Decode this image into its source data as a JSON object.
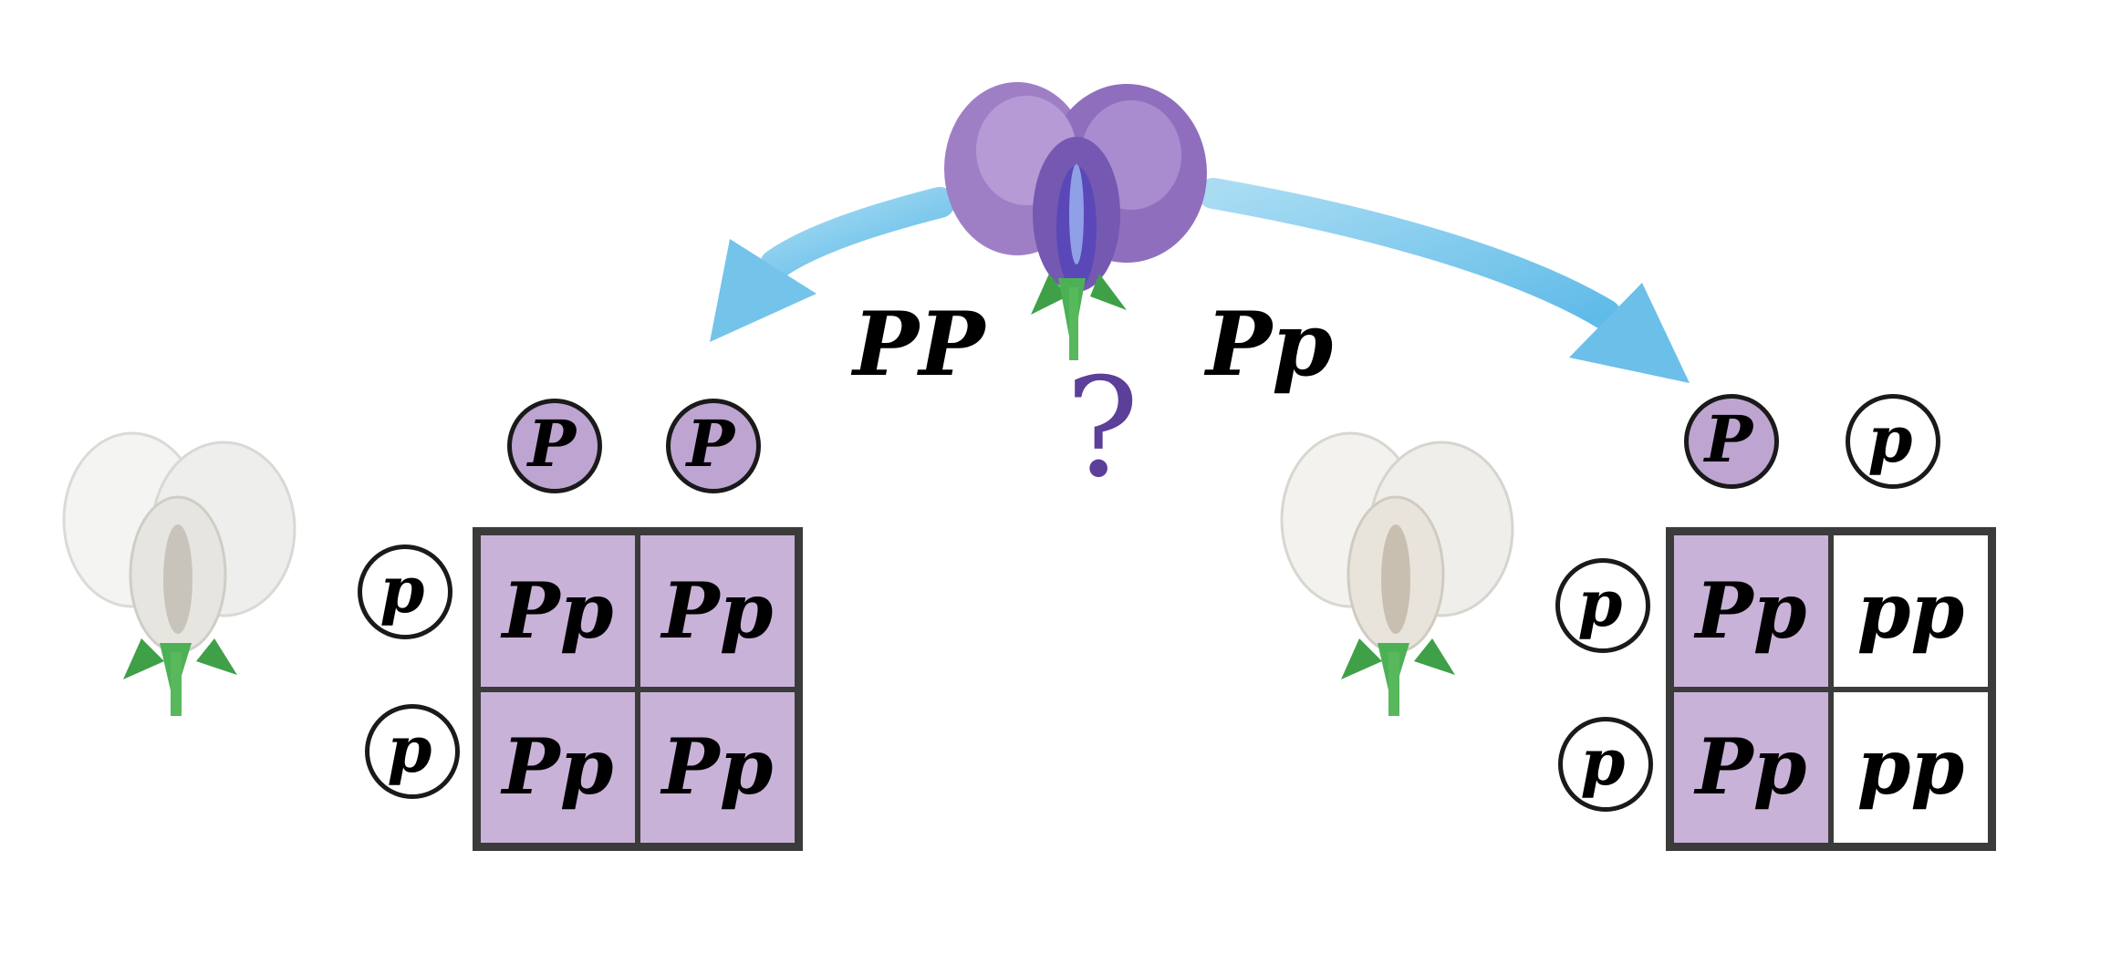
{
  "parent": {
    "genotype_options": [
      "PP",
      "Pp"
    ],
    "unknown_symbol": "?",
    "flower_color": "purple"
  },
  "left_cross": {
    "test_parent_color": "white",
    "top_alleles": [
      "P",
      "P"
    ],
    "side_alleles": [
      "p",
      "p"
    ],
    "cells": [
      [
        "Pp",
        "Pp"
      ],
      [
        "Pp",
        "Pp"
      ]
    ],
    "cell_colors": [
      [
        "#c9b2d8",
        "#c9b2d8"
      ],
      [
        "#c9b2d8",
        "#c9b2d8"
      ]
    ]
  },
  "right_cross": {
    "test_parent_color": "white",
    "top_alleles": [
      "P",
      "p"
    ],
    "side_alleles": [
      "p",
      "p"
    ],
    "cells": [
      [
        "Pp",
        "pp"
      ],
      [
        "Pp",
        "pp"
      ]
    ],
    "cell_colors": [
      [
        "#c9b2d8",
        "#ffffff"
      ],
      [
        "#c9b2d8",
        "#ffffff"
      ]
    ]
  },
  "colors": {
    "arrow": "#7ec8ec",
    "purple_fill": "#c9b2d8",
    "allele_dominant_fill": "#bea5d1",
    "question_mark": "#5b3f98"
  }
}
